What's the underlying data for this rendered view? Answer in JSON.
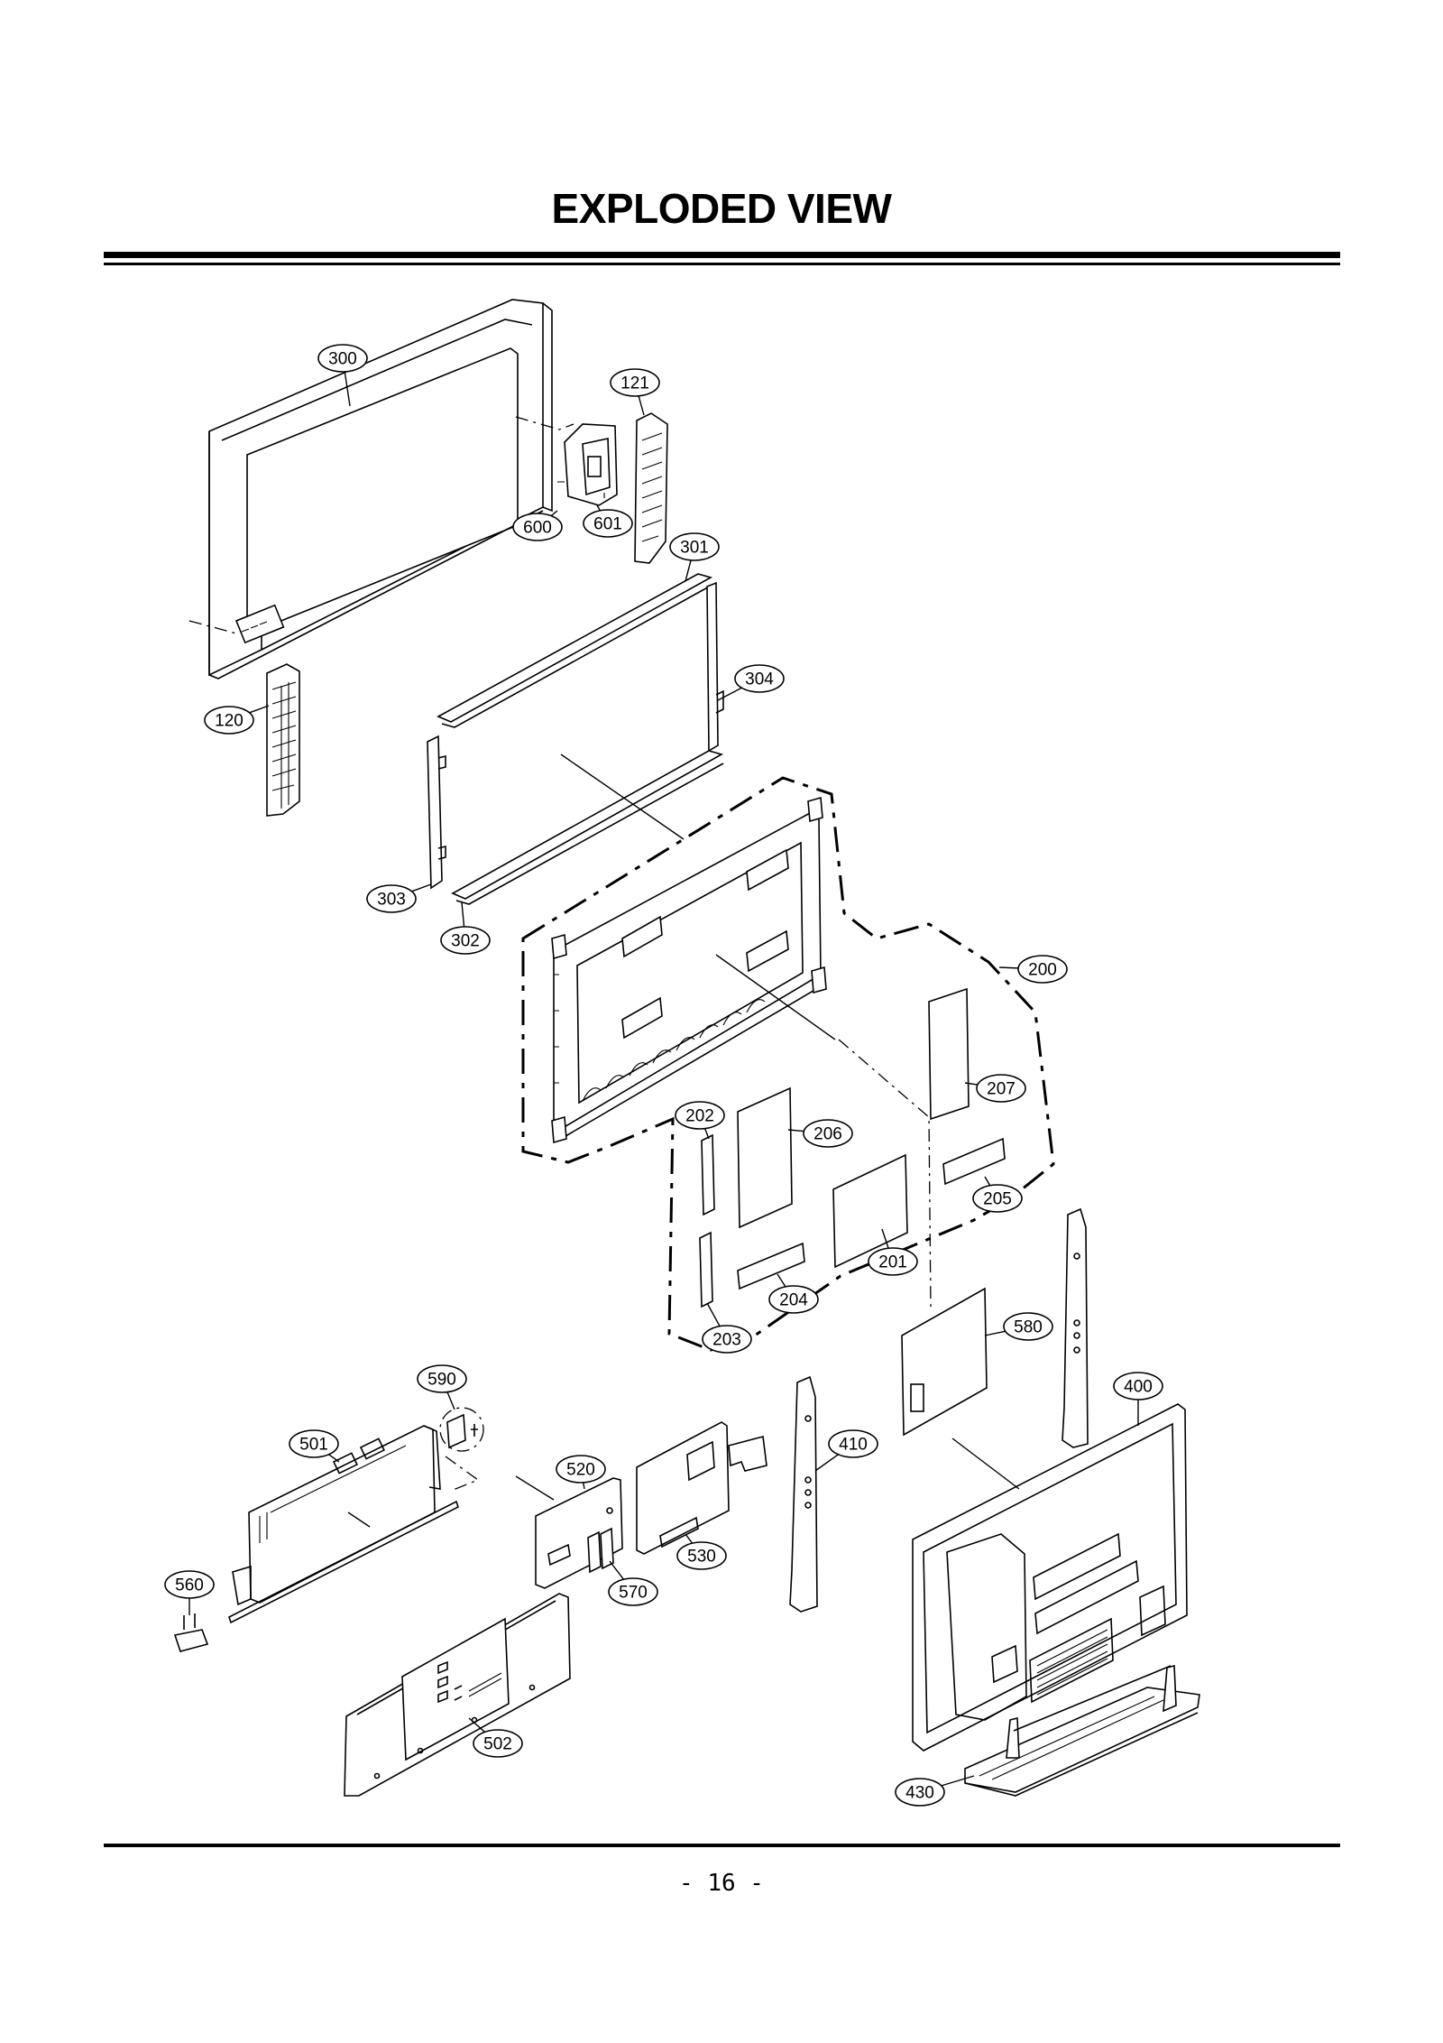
{
  "title": "EXPLODED VIEW",
  "page_number": "- 16 -",
  "callouts": [
    {
      "id": "300",
      "label": "300"
    },
    {
      "id": "121",
      "label": "121"
    },
    {
      "id": "600",
      "label": "600"
    },
    {
      "id": "601",
      "label": "601"
    },
    {
      "id": "301",
      "label": "301"
    },
    {
      "id": "304",
      "label": "304"
    },
    {
      "id": "120",
      "label": "120"
    },
    {
      "id": "303",
      "label": "303"
    },
    {
      "id": "302",
      "label": "302"
    },
    {
      "id": "200",
      "label": "200"
    },
    {
      "id": "207",
      "label": "207"
    },
    {
      "id": "202",
      "label": "202"
    },
    {
      "id": "206",
      "label": "206"
    },
    {
      "id": "205",
      "label": "205"
    },
    {
      "id": "201",
      "label": "201"
    },
    {
      "id": "204",
      "label": "204"
    },
    {
      "id": "203",
      "label": "203"
    },
    {
      "id": "580",
      "label": "580"
    },
    {
      "id": "590",
      "label": "590"
    },
    {
      "id": "400",
      "label": "400"
    },
    {
      "id": "501",
      "label": "501"
    },
    {
      "id": "410",
      "label": "410"
    },
    {
      "id": "520",
      "label": "520"
    },
    {
      "id": "530",
      "label": "530"
    },
    {
      "id": "560",
      "label": "560"
    },
    {
      "id": "570",
      "label": "570"
    },
    {
      "id": "502",
      "label": "502"
    },
    {
      "id": "430",
      "label": "430"
    }
  ]
}
